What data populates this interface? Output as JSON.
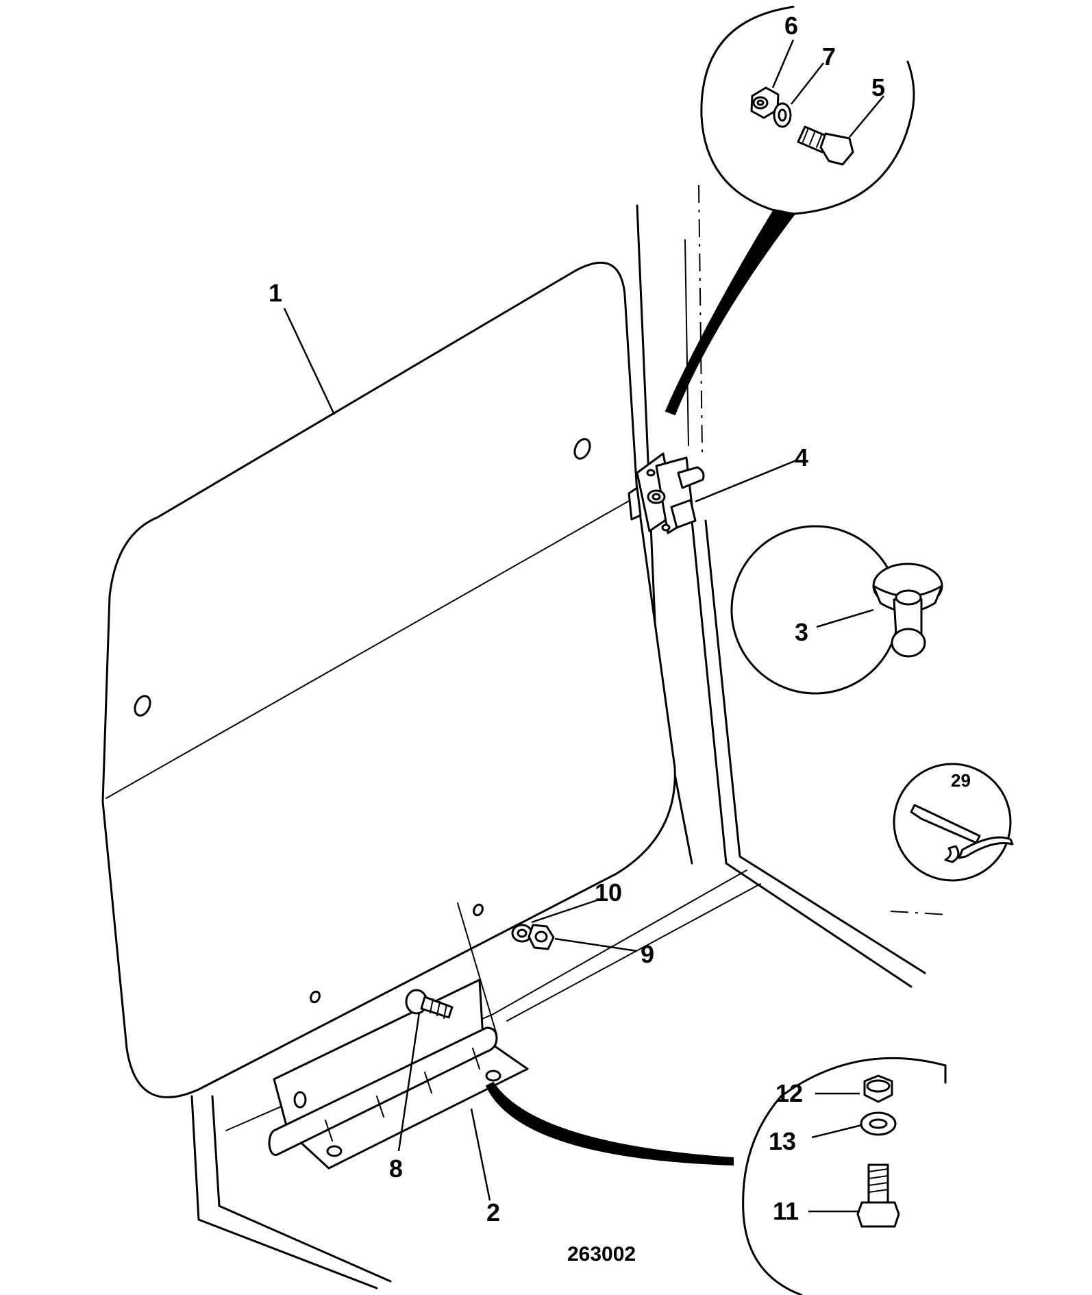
{
  "figure_number": "263002",
  "callouts": {
    "c1": "1",
    "c2": "2",
    "c3": "3",
    "c4": "4",
    "c5": "5",
    "c6": "6",
    "c7": "7",
    "c8": "8",
    "c9": "9",
    "c10": "10",
    "c11": "11",
    "c12": "12",
    "c13": "13",
    "c29": "29"
  }
}
